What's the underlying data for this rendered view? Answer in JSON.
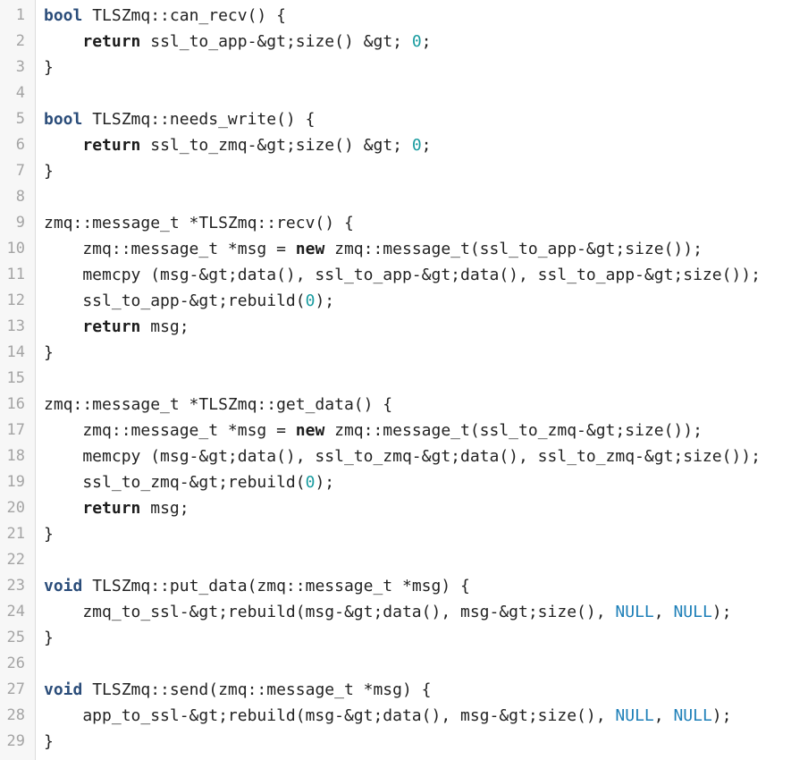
{
  "lines": [
    {
      "n": "1",
      "tokens": [
        {
          "t": "bool",
          "k": "type"
        },
        {
          "t": " TLSZmq::can_recv() {",
          "k": "plain"
        }
      ]
    },
    {
      "n": "2",
      "tokens": [
        {
          "t": "    ",
          "k": "plain"
        },
        {
          "t": "return",
          "k": "kw"
        },
        {
          "t": " ssl_to_app-&gt;size() &gt; ",
          "k": "plain"
        },
        {
          "t": "0",
          "k": "num"
        },
        {
          "t": ";",
          "k": "plain"
        }
      ]
    },
    {
      "n": "3",
      "tokens": [
        {
          "t": "}",
          "k": "plain"
        }
      ]
    },
    {
      "n": "4",
      "tokens": []
    },
    {
      "n": "5",
      "tokens": [
        {
          "t": "bool",
          "k": "type"
        },
        {
          "t": " TLSZmq::needs_write() {",
          "k": "plain"
        }
      ]
    },
    {
      "n": "6",
      "tokens": [
        {
          "t": "    ",
          "k": "plain"
        },
        {
          "t": "return",
          "k": "kw"
        },
        {
          "t": " ssl_to_zmq-&gt;size() &gt; ",
          "k": "plain"
        },
        {
          "t": "0",
          "k": "num"
        },
        {
          "t": ";",
          "k": "plain"
        }
      ]
    },
    {
      "n": "7",
      "tokens": [
        {
          "t": "}",
          "k": "plain"
        }
      ]
    },
    {
      "n": "8",
      "tokens": []
    },
    {
      "n": "9",
      "tokens": [
        {
          "t": "zmq::message_t *TLSZmq::recv() {",
          "k": "plain"
        }
      ]
    },
    {
      "n": "10",
      "tokens": [
        {
          "t": "    zmq::message_t *msg = ",
          "k": "plain"
        },
        {
          "t": "new",
          "k": "kw"
        },
        {
          "t": " zmq::message_t(ssl_to_app-&gt;size());",
          "k": "plain"
        }
      ]
    },
    {
      "n": "11",
      "tokens": [
        {
          "t": "    memcpy (msg-&gt;data(), ssl_to_app-&gt;data(), ssl_to_app-&gt;size());",
          "k": "plain"
        }
      ]
    },
    {
      "n": "12",
      "tokens": [
        {
          "t": "    ssl_to_app-&gt;rebuild(",
          "k": "plain"
        },
        {
          "t": "0",
          "k": "num"
        },
        {
          "t": ");",
          "k": "plain"
        }
      ]
    },
    {
      "n": "13",
      "tokens": [
        {
          "t": "    ",
          "k": "plain"
        },
        {
          "t": "return",
          "k": "kw"
        },
        {
          "t": " msg;",
          "k": "plain"
        }
      ]
    },
    {
      "n": "14",
      "tokens": [
        {
          "t": "}",
          "k": "plain"
        }
      ]
    },
    {
      "n": "15",
      "tokens": []
    },
    {
      "n": "16",
      "tokens": [
        {
          "t": "zmq::message_t *TLSZmq::get_data() {",
          "k": "plain"
        }
      ]
    },
    {
      "n": "17",
      "tokens": [
        {
          "t": "    zmq::message_t *msg = ",
          "k": "plain"
        },
        {
          "t": "new",
          "k": "kw"
        },
        {
          "t": " zmq::message_t(ssl_to_zmq-&gt;size());",
          "k": "plain"
        }
      ]
    },
    {
      "n": "18",
      "tokens": [
        {
          "t": "    memcpy (msg-&gt;data(), ssl_to_zmq-&gt;data(), ssl_to_zmq-&gt;size());",
          "k": "plain"
        }
      ]
    },
    {
      "n": "19",
      "tokens": [
        {
          "t": "    ssl_to_zmq-&gt;rebuild(",
          "k": "plain"
        },
        {
          "t": "0",
          "k": "num"
        },
        {
          "t": ");",
          "k": "plain"
        }
      ]
    },
    {
      "n": "20",
      "tokens": [
        {
          "t": "    ",
          "k": "plain"
        },
        {
          "t": "return",
          "k": "kw"
        },
        {
          "t": " msg;",
          "k": "plain"
        }
      ]
    },
    {
      "n": "21",
      "tokens": [
        {
          "t": "}",
          "k": "plain"
        }
      ]
    },
    {
      "n": "22",
      "tokens": []
    },
    {
      "n": "23",
      "tokens": [
        {
          "t": "void",
          "k": "type"
        },
        {
          "t": " TLSZmq::put_data(zmq::message_t *msg) {",
          "k": "plain"
        }
      ]
    },
    {
      "n": "24",
      "tokens": [
        {
          "t": "    zmq_to_ssl-&gt;rebuild(msg-&gt;data(), msg-&gt;size(), ",
          "k": "plain"
        },
        {
          "t": "NULL",
          "k": "const"
        },
        {
          "t": ", ",
          "k": "plain"
        },
        {
          "t": "NULL",
          "k": "const"
        },
        {
          "t": ");",
          "k": "plain"
        }
      ]
    },
    {
      "n": "25",
      "tokens": [
        {
          "t": "}",
          "k": "plain"
        }
      ]
    },
    {
      "n": "26",
      "tokens": []
    },
    {
      "n": "27",
      "tokens": [
        {
          "t": "void",
          "k": "type"
        },
        {
          "t": " TLSZmq::send(zmq::message_t *msg) {",
          "k": "plain"
        }
      ]
    },
    {
      "n": "28",
      "tokens": [
        {
          "t": "    app_to_ssl-&gt;rebuild(msg-&gt;data(), msg-&gt;size(), ",
          "k": "plain"
        },
        {
          "t": "NULL",
          "k": "const"
        },
        {
          "t": ", ",
          "k": "plain"
        },
        {
          "t": "NULL",
          "k": "const"
        },
        {
          "t": ");",
          "k": "plain"
        }
      ]
    },
    {
      "n": "29",
      "tokens": [
        {
          "t": "}",
          "k": "plain"
        }
      ]
    }
  ],
  "colors": {
    "background": "#ffffff",
    "gutter_bg": "#f7f7f7",
    "line_number": "#a4a4a4",
    "text": "#222222",
    "type_keyword": "#2b4d7a",
    "number": "#1a9ca0",
    "constant": "#1d7fb8"
  }
}
